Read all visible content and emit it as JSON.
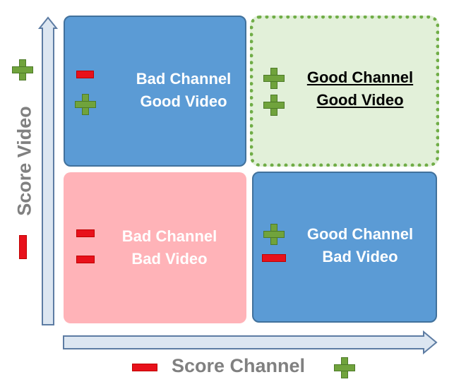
{
  "axes": {
    "x_label": "Score Channel",
    "y_label": "Score Video"
  },
  "quadrants": {
    "top_left": {
      "line1": "Bad Channel",
      "line2": "Good Video",
      "color": "#5b9bd5"
    },
    "top_right": {
      "line1": "Good Channel",
      "line2": "Good Video",
      "color": "#e2f0d9",
      "border": "#70ad47"
    },
    "bottom_left": {
      "line1": "Bad Channel",
      "line2": "Bad Video",
      "color": "#ffb3b8"
    },
    "bottom_right": {
      "line1": "Good Channel",
      "line2": "Bad Video",
      "color": "#5b9bd5"
    }
  },
  "colors": {
    "plus": "#70a33c",
    "minus": "#e8111b",
    "arrow_fill": "#dce6f1",
    "arrow_stroke": "#5d7ca3"
  }
}
